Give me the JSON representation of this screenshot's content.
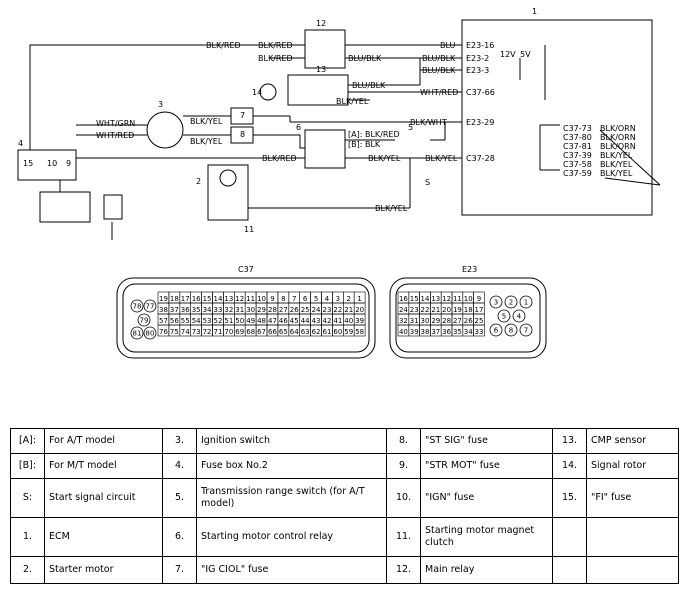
{
  "diagram": {
    "component_numbers": [
      "1",
      "2",
      "3",
      "4",
      "5",
      "6",
      "7",
      "8",
      "9",
      "10",
      "11",
      "12",
      "13",
      "14",
      "15",
      "S"
    ],
    "wire_labels": {
      "blk_red": "BLK/RED",
      "blu": "BLU",
      "blu_blk": "BLU/BLK",
      "blk_yel": "BLK/YEL",
      "wht_red": "WHT/RED",
      "wht_grn": "WHT/GRN",
      "blk_wht": "BLK/WHT",
      "blk_orn": "BLK/ORN",
      "at_blk_red": "[A]: BLK/RED",
      "mt_blk": "[B]: BLK"
    },
    "terminals": {
      "e23_16": "E23-16",
      "e23_2": "E23-2",
      "e23_3": "E23-3",
      "c37_66": "C37-66",
      "e23_29": "E23-29",
      "c37_28": "C37-28",
      "c37_73": "C37-73",
      "c37_80": "C37-80",
      "c37_81": "C37-81",
      "c37_39": "C37-39",
      "c37_58": "C37-58",
      "c37_59": "C37-59"
    },
    "voltages": {
      "v12": "12V",
      "v5": "5V"
    }
  },
  "connectors": {
    "c37": {
      "title": "C37",
      "rows": [
        [
          "19",
          "18",
          "17",
          "16",
          "15",
          "14",
          "13",
          "12",
          "11",
          "10",
          "9",
          "8",
          "7",
          "6",
          "5",
          "4",
          "3",
          "2",
          "1"
        ],
        [
          "38",
          "37",
          "36",
          "35",
          "34",
          "33",
          "32",
          "31",
          "30",
          "29",
          "28",
          "27",
          "26",
          "25",
          "24",
          "23",
          "22",
          "21",
          "20"
        ],
        [
          "57",
          "56",
          "55",
          "54",
          "53",
          "52",
          "51",
          "50",
          "49",
          "48",
          "47",
          "46",
          "45",
          "44",
          "43",
          "42",
          "41",
          "40",
          "39"
        ],
        [
          "76",
          "75",
          "74",
          "73",
          "72",
          "71",
          "70",
          "69",
          "68",
          "67",
          "66",
          "65",
          "64",
          "63",
          "62",
          "61",
          "60",
          "59",
          "58"
        ]
      ],
      "round_pins": [
        "78",
        "77",
        "79",
        "81",
        "80"
      ]
    },
    "e23": {
      "title": "E23",
      "rows": [
        [
          "16",
          "15",
          "14",
          "13",
          "12",
          "11",
          "10",
          "9"
        ],
        [
          "24",
          "23",
          "22",
          "21",
          "20",
          "19",
          "18",
          "17"
        ],
        [
          "32",
          "31",
          "30",
          "29",
          "28",
          "27",
          "26",
          "25"
        ],
        [
          "40",
          "39",
          "38",
          "37",
          "36",
          "35",
          "34",
          "33"
        ]
      ],
      "round_pins": [
        "3",
        "2",
        "1",
        "5",
        "4",
        "6",
        "8",
        "7"
      ]
    }
  },
  "legend": [
    [
      {
        "key": "[A]:",
        "text": "For A/T model"
      },
      {
        "key": "3.",
        "text": "Ignition switch"
      },
      {
        "key": "8.",
        "text": "\"ST SIG\" fuse"
      },
      {
        "key": "13.",
        "text": "CMP sensor"
      }
    ],
    [
      {
        "key": "[B]:",
        "text": "For M/T model"
      },
      {
        "key": "4.",
        "text": "Fuse box No.2"
      },
      {
        "key": "9.",
        "text": "\"STR MOT\" fuse"
      },
      {
        "key": "14.",
        "text": "Signal rotor"
      }
    ],
    [
      {
        "key": "S:",
        "text": "Start signal circuit"
      },
      {
        "key": "5.",
        "text": "Transmission range switch (for A/T model)"
      },
      {
        "key": "10.",
        "text": "\"IGN\" fuse"
      },
      {
        "key": "15.",
        "text": "\"FI\" fuse"
      }
    ],
    [
      {
        "key": "1.",
        "text": "ECM"
      },
      {
        "key": "6.",
        "text": "Starting motor control relay"
      },
      {
        "key": "11.",
        "text": "Starting motor magnet clutch"
      },
      {
        "key": "",
        "text": ""
      }
    ],
    [
      {
        "key": "2.",
        "text": "Starter motor"
      },
      {
        "key": "7.",
        "text": "\"IG CIOL\" fuse"
      },
      {
        "key": "12.",
        "text": "Main relay"
      },
      {
        "key": "",
        "text": ""
      }
    ]
  ]
}
